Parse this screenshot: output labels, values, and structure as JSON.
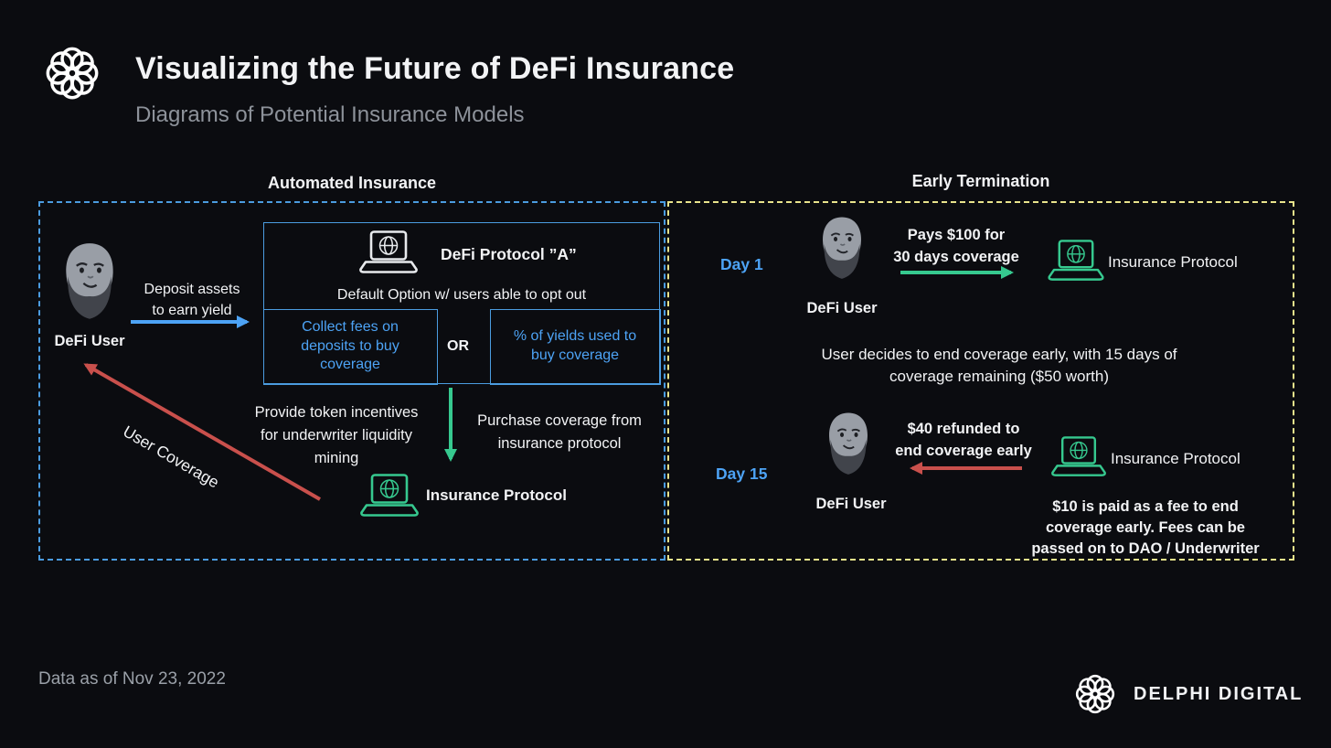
{
  "header": {
    "title": "Visualizing the Future of DeFi Insurance",
    "subtitle": "Diagrams of Potential Insurance Models"
  },
  "automated": {
    "title": "Automated Insurance",
    "user_label": "DeFi User",
    "deposit_label": "Deposit assets\nto earn yield",
    "protocol_title": "DeFi Protocol ”A”",
    "protocol_subtitle": "Default Option w/ users able to opt out",
    "option_left": "Collect fees on\ndeposits to buy\ncoverage",
    "or_label": "OR",
    "option_right": "% of yields used to\nbuy coverage",
    "incentives_label": "Provide token incentives\nfor underwriter liquidity\nmining",
    "purchase_label": "Purchase coverage from\ninsurance protocol",
    "insurance_label": "Insurance Protocol",
    "coverage_label": "User Coverage"
  },
  "termination": {
    "title": "Early Termination",
    "day1_label": "Day 1",
    "day1_user": "DeFi User",
    "day1_pay": "Pays $100 for\n30 days coverage",
    "day1_insurance": "Insurance Protocol",
    "mid_text": "User decides to end coverage early, with 15 days of\ncoverage remaining ($50 worth)",
    "day15_label": "Day 15",
    "day15_user": "DeFi User",
    "day15_refund": "$40 refunded to\nend coverage early",
    "day15_insurance": "Insurance Protocol",
    "footnote": "$10 is paid as a fee to end\ncoverage early. Fees can be\npassed on to DAO / Underwriter"
  },
  "footer": {
    "data_note": "Data as of Nov 23, 2022",
    "brand": "DELPHI DIGITAL"
  },
  "colors": {
    "background": "#0b0c10",
    "accent_blue": "#4da3f5",
    "border_blue": "#4b9ce0",
    "border_yellow": "#e9e48c",
    "arrow_green": "#36c98f",
    "arrow_red": "#c9504c",
    "muted_gray": "#9aa0a8"
  }
}
